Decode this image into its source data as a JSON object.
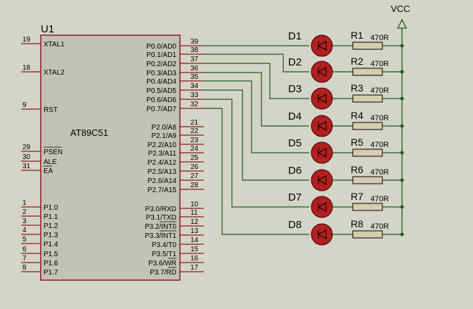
{
  "schematic": {
    "chip": {
      "ref": "U1",
      "part": "AT89C51",
      "left_pins": [
        {
          "num": "19",
          "label": "XTAL1"
        },
        {
          "num": "18",
          "label": "XTAL2"
        },
        {
          "num": "9",
          "label": "RST"
        },
        {
          "num": "29",
          "label": "PSEN"
        },
        {
          "num": "30",
          "label": "ALE"
        },
        {
          "num": "31",
          "label": "EA"
        },
        {
          "num": "1",
          "label": "P1.0"
        },
        {
          "num": "2",
          "label": "P1.1"
        },
        {
          "num": "3",
          "label": "P1.2"
        },
        {
          "num": "4",
          "label": "P1.3"
        },
        {
          "num": "5",
          "label": "P1.4"
        },
        {
          "num": "6",
          "label": "P1.5"
        },
        {
          "num": "7",
          "label": "P1.6"
        },
        {
          "num": "8",
          "label": "P1.7"
        }
      ],
      "right_pins": [
        {
          "num": "39",
          "label": "P0.0/AD0"
        },
        {
          "num": "38",
          "label": "P0.1/AD1"
        },
        {
          "num": "37",
          "label": "P0.2/AD2"
        },
        {
          "num": "36",
          "label": "P0.3/AD3"
        },
        {
          "num": "35",
          "label": "P0.4/AD4"
        },
        {
          "num": "34",
          "label": "P0.5/AD5"
        },
        {
          "num": "33",
          "label": "P0.6/AD6"
        },
        {
          "num": "32",
          "label": "P0.7/AD7"
        },
        {
          "num": "21",
          "label": "P2.0/A8"
        },
        {
          "num": "22",
          "label": "P2.1/A9"
        },
        {
          "num": "23",
          "label": "P2.2/A10"
        },
        {
          "num": "24",
          "label": "P2.3/A11"
        },
        {
          "num": "25",
          "label": "P2.4/A12"
        },
        {
          "num": "26",
          "label": "P2.5/A13"
        },
        {
          "num": "27",
          "label": "P2.6/A14"
        },
        {
          "num": "28",
          "label": "P2.7/A15"
        },
        {
          "num": "10",
          "label": "P3.0/RXD"
        },
        {
          "num": "11",
          "label": "P3.1/TXD"
        },
        {
          "num": "12",
          "label": "P3.2/INT0"
        },
        {
          "num": "13",
          "label": "P3.3/INT1"
        },
        {
          "num": "14",
          "label": "P3.4/T0"
        },
        {
          "num": "15",
          "label": "P3.5/T1"
        },
        {
          "num": "16",
          "label": "P3.6/WR"
        },
        {
          "num": "17",
          "label": "P3.7/RD"
        }
      ]
    },
    "leds": [
      "D1",
      "D2",
      "D3",
      "D4",
      "D5",
      "D6",
      "D7",
      "D8"
    ],
    "resistors": [
      {
        "ref": "R1",
        "value": "470R"
      },
      {
        "ref": "R2",
        "value": "470R"
      },
      {
        "ref": "R3",
        "value": "470R"
      },
      {
        "ref": "R4",
        "value": "470R"
      },
      {
        "ref": "R5",
        "value": "470R"
      },
      {
        "ref": "R6",
        "value": "470R"
      },
      {
        "ref": "R7",
        "value": "470R"
      },
      {
        "ref": "R8",
        "value": "470R"
      }
    ],
    "power_label": "VCC",
    "colors": {
      "background": "#d4d4c8",
      "chip_body": "#c2c2b6",
      "chip_border": "#8b1a1a",
      "pin_line": "#8b1a1a",
      "wire": "#1a5c1a",
      "led_body": "#b02020",
      "resistor_body": "#d8ccb0",
      "junction": "#1a5c1a"
    }
  }
}
